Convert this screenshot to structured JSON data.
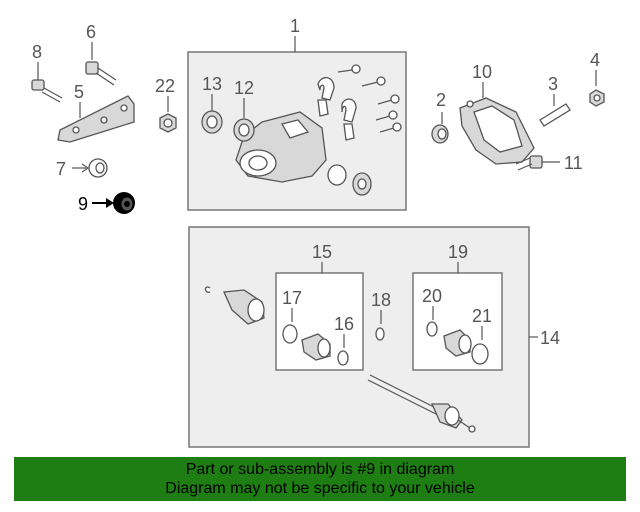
{
  "callouts": {
    "c1": "1",
    "c2": "2",
    "c3": "3",
    "c4": "4",
    "c5": "5",
    "c6": "6",
    "c7": "7",
    "c8": "8",
    "c9": "9",
    "c10": "10",
    "c11": "11",
    "c12": "12",
    "c13": "13",
    "c14": "14",
    "c15": "15",
    "c16": "16",
    "c17": "17",
    "c18": "18",
    "c19": "19",
    "c20": "20",
    "c21": "21",
    "c22": "22"
  },
  "highlight_color": "#000000",
  "banner": {
    "line1": "Part or sub-assembly is #9 in diagram",
    "line2": "Diagram may not be specific to your vehicle",
    "background": "#1e7d13"
  }
}
